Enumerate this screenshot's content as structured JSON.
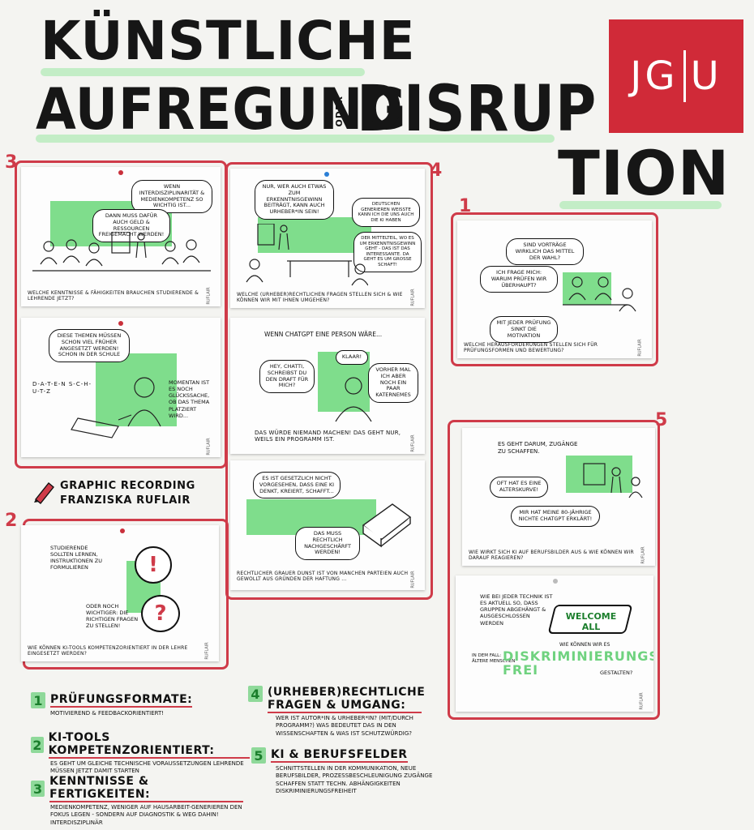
{
  "title": {
    "line1": "KÜNSTLICHE",
    "line2": "AUFREGUNG",
    "oder": "ODER",
    "line3": "DISRUP",
    "line4": "TION"
  },
  "logo": {
    "left": "JG",
    "right": "U"
  },
  "sections": {
    "s1": "1",
    "s2": "2",
    "s3": "3",
    "s4": "4",
    "s5": "5"
  },
  "cards": {
    "c3a": {
      "bubble1": "WENN INTERDISZIPLINARITÄT & MEDIENKOMPETENZ SO WICHTIG IST...",
      "bubble2": "DANN MUSS DAFÜR AUCH GELD & RESSOURCEN FREIGEMACHT WERDEN!",
      "caption": "WELCHE KENNTNISSE & FÄHIGKEITEN BRAUCHEN STUDIERENDE & LEHRENDE JETZT?",
      "sig": "RUFLAIR"
    },
    "c3b": {
      "bubble1": "DIESE THEMEN MÜSSEN SCHON VIEL FRÜHER ANGESETZT WERDEN! SCHON IN DER SCHULE",
      "word": "D-A-T-E-N S-C-H-U-T-Z",
      "side": "MOMENTAN IST ES NOCH GLÜCKSSACHE, OB DAS THEMA PLATZIERT WIRD...",
      "sig": "RUFLAIR"
    },
    "c4a": {
      "bubble1": "NUR, WER AUCH ETWAS ZUM ERKENNTNISGEWINN BEITRÄGT, KANN AUCH URHEBER*IN SEIN!",
      "bubble2": "DEUTSCHEN GENERIEREN WEISSTE KANN ICH DIE UNS AUCH DIE KI HABEN",
      "bubble3": "DER MITTELTEIL, WO ES UM ERKENNTNISGEWINN GEHT - DAS IST DAS INTERESSANTE. DA GEHT ES UM GROSSE SCHAFT!",
      "caption": "WELCHE (URHEBER)RECHTLICHEN FRAGEN STELLEN SICH & WIE KÖNNEN WIR MIT IHNEN UMGEHEN?",
      "sig": "RUFLAIR"
    },
    "c4b": {
      "head": "WENN CHATGPT EINE PERSON WÄRE...",
      "bubble1": "HEY, CHATTI, SCHREIBST DU DEN DRAFT FÜR MICH?",
      "bubble2": "KLAAR!",
      "bubble3": "VORHER MAL ICH ABER NOCH EIN PAAR KATERNEMES",
      "caption": "DAS WÜRDE NIEMAND MACHEN! DAS GEHT NUR, WEILS EIN PROGRAMM IST.",
      "sig": "RUFLAIR"
    },
    "c4c": {
      "bubble1": "ES IST GESETZLICH NICHT VORGESEHEN, DASS EINE KI DENKT, KREIERT, SCHAFFT...",
      "bubble2": "DAS MUSS RECHTLICH NACHGESCHÄRFT WERDEN!",
      "caption": "RECHTLICHER GRAUER DUNST IST VON MANCHEN PARTEIEN AUCH GEWOLLT AUS GRÜNDEN DER HAFTUNG ...",
      "sig": "RUFLAIR"
    },
    "c1": {
      "bubble1": "SIND VORTRÄGE WIRKLICH DAS MITTEL DER WAHL?",
      "bubble2": "ICH FRAGE MICH: WARUM PRÜFEN WIR ÜBERHAUPT?",
      "bubble3": "MIT JEDER PRÜFUNG SINKT DIE MOTIVATION",
      "caption": "WELCHE HERAUSFORDERUNGEN STELLEN SICH FÜR PRÜFUNGSFORMEN UND BEWERTUNG?",
      "sig": "RUFLAIR"
    },
    "c2": {
      "left": "STUDIERENDE SOLLTEN LERNEN, INSTRUKTIONEN ZU FORMULIEREN",
      "right": "ODER NOCH WICHTIGER: DIE RICHTIGEN FRAGEN ZU STELLEN!",
      "excl": "!",
      "quest": "?",
      "caption": "WIE KÖNNEN KI-TOOLS KOMPETENZORIENTIERT IN DER LEHRE EINGESETZT WERDEN?",
      "sig": "RUFLAIR"
    },
    "c5a": {
      "head": "ES GEHT DARUM, ZUGÄNGE ZU SCHAFFEN.",
      "bubble1": "OFT HAT ES EINE ALTERSKURVE!",
      "bubble2": "MIR HAT MEINE 80-JÄHRIGE NICHTE CHATGPT ERKLÄRT!",
      "caption": "WIE WIRKT SICH KI AUF BERUFSBILDER AUS & WIE KÖNNEN WIR DARAUF REAGIEREN?",
      "sig": "RUFLAIR"
    },
    "c5b": {
      "text1": "WIE BEI JEDER TECHNIK IST ES AKTUELL SO, DASS GRUPPEN ABGEHÄNGT & AUSGESCHLOSSEN WERDEN",
      "mat": "WELCOME ALL",
      "text2": "IN DEM FALL: ÄLTERE MENSCHEN",
      "text3": "WIE KÖNNEN WIR ES",
      "big": "DISKRIMINIERUNGS FREI",
      "text4": "GESTALTEN?",
      "sig": "RUFLAIR"
    }
  },
  "graphic_recording": {
    "line1": "GRAPHIC RECORDING",
    "line2": "FRANZISKA RUFLAIR"
  },
  "legend": [
    {
      "num": "1",
      "head": "PRÜFUNGSFORMATE:",
      "body": "MOTIVIEREND & FEEDBACKORIENTIERT!"
    },
    {
      "num": "2",
      "head": "KI-TOOLS KOMPETENZORIENTIERT:",
      "body": "ES GEHT UM GLEICHE TECHNISCHE VORAUSSETZUNGEN LEHRENDE MÜSSEN JETZT DAMIT STARTEN"
    },
    {
      "num": "3",
      "head": "KENNTNISSE & FERTIGKEITEN:",
      "body": "MEDIENKOMPETENZ, WENIGER AUF HAUSARBEIT-GENERIEREN DEN FOKUS LEGEN - SONDERN AUF DIAGNOSTIK & WEG DAHIN! INTERDISZIPLINÄR"
    },
    {
      "num": "4",
      "head": "(URHEBER)RECHTLICHE FRAGEN & UMGANG:",
      "body": "WER IST AUTOR*IN & URHEBER*IN? (MIT/DURCH PROGRAMM?) WAS BEDEUTET DAS IN DEN WISSENSCHAFTEN & WAS IST SCHUTZWÜRDIG?"
    },
    {
      "num": "5",
      "head": "KI & BERUFSFELDER",
      "body": "SCHNITTSTELLEN IN DER KOMMUNIKATION, NEUE BERUFSBILDER, PROZESSBESCHLEUNIGUNG ZUGÄNGE SCHAFFEN STATT TECHN. ABHÄNGIGKEITEN DISKRIMINIERUNGSFREIHEIT"
    }
  ],
  "colors": {
    "accent_red": "#cf3b49",
    "green": "#7fdd8c",
    "logo_red": "#d02a38"
  }
}
